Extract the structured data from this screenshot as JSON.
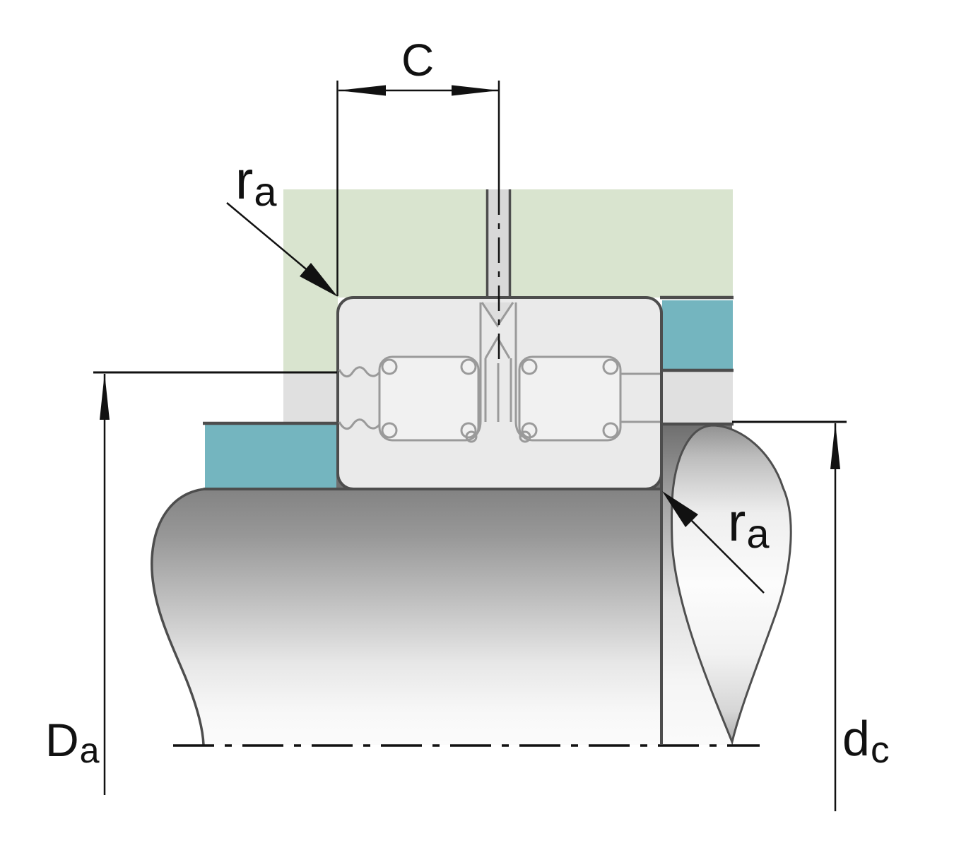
{
  "figure": {
    "type": "technical-drawing",
    "subject": "Full-complement cylindrical roller bearing mounting cross-section with housing, shaft and abutment dimensions",
    "labels": {
      "width": "C",
      "fillet_housing": "r",
      "fillet_housing_sub": "a",
      "fillet_shaft": "r",
      "fillet_shaft_sub": "a",
      "housing_abutment": "D",
      "housing_abutment_sub": "a",
      "shaft_collar": "d",
      "shaft_collar_sub": "c"
    },
    "colors": {
      "housing_green": "#d9e4cf",
      "abutment_teal": "#74b5bf",
      "band_gray": "#e0e0e0",
      "channel_gray": "#d8d8d8",
      "bearing_fill": "#eaeaea",
      "roller_fill": "#f1f1f1",
      "outline_dark": "#4d4d4d",
      "internal_gray": "#9a9a9a",
      "dimension_black": "#111111"
    }
  }
}
